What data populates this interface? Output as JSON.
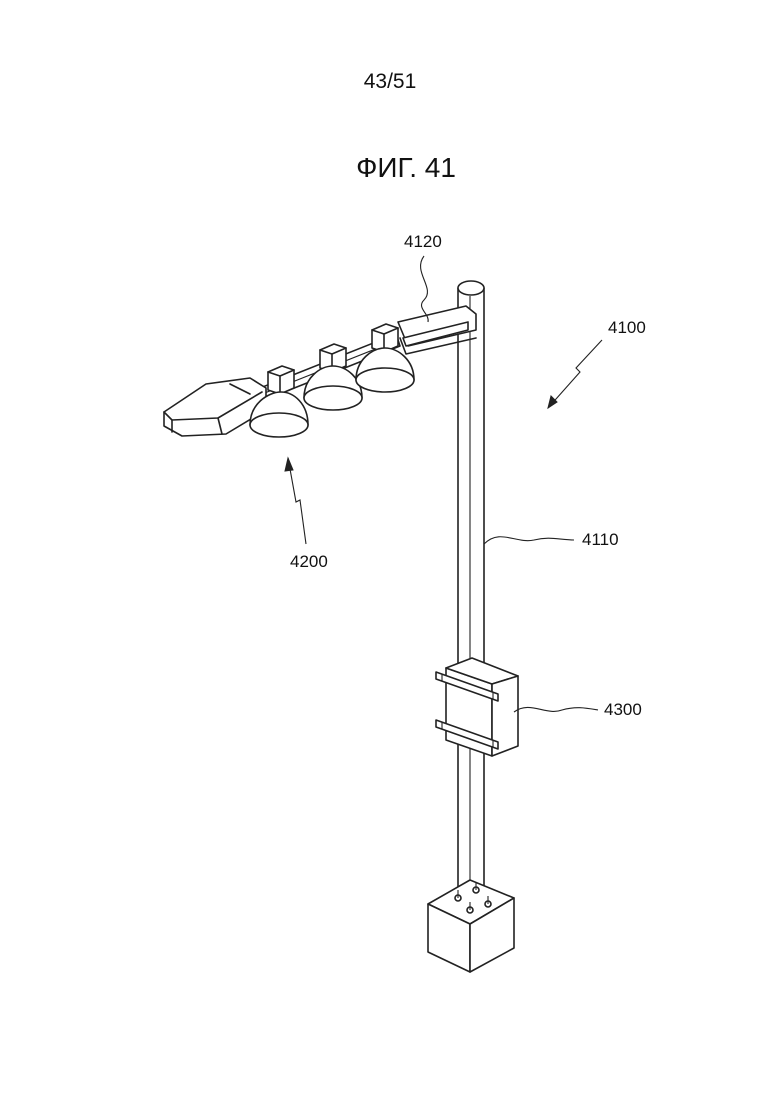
{
  "page": {
    "number": "43/51",
    "figure_title": "ФИГ. 41"
  },
  "labels": {
    "pole_arm": "4120",
    "assembly": "4100",
    "lamps": "4200",
    "pole": "4110",
    "control_box": "4300"
  }
}
